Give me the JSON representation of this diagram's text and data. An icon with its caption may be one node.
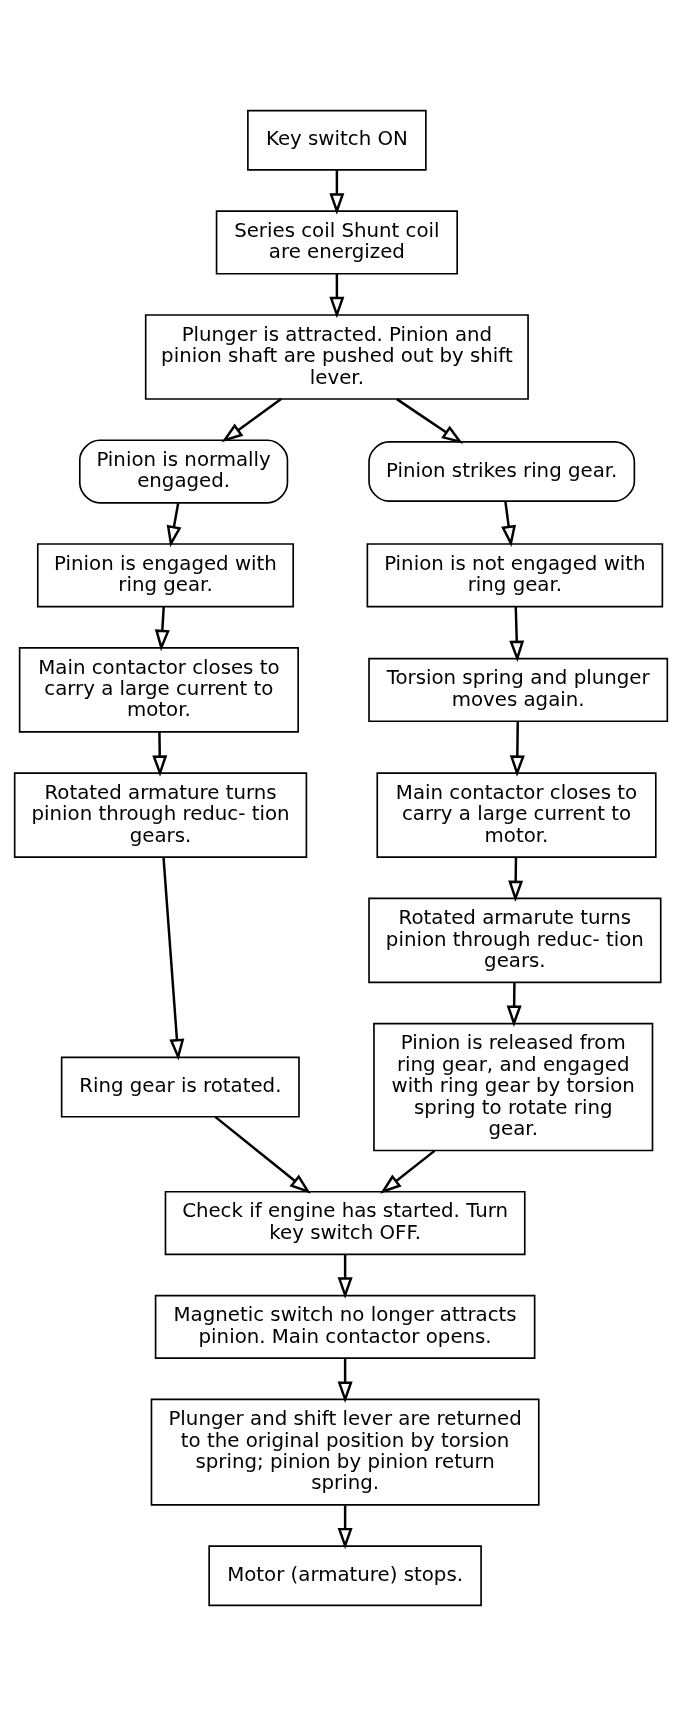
{
  "diagram": {
    "nodes": [
      {
        "text": [
          "Key switch ON"
        ]
      },
      {
        "text": [
          "Series coil Shunt coil",
          "are energized"
        ]
      },
      {
        "text": [
          "Plunger is attracted. Pinion and pinion shaft are pushed out by shift lever."
        ]
      },
      {
        "text": [
          "Pinion is normally engaged."
        ]
      },
      {
        "text": [
          "Pinion strikes ring gear."
        ]
      },
      {
        "text": [
          "Pinion is engaged with ring gear."
        ]
      },
      {
        "text": [
          "Pinion is not engaged with ring gear."
        ]
      },
      {
        "text": [
          "Torsion spring and plunger moves again."
        ]
      },
      {
        "text": [
          "Main contactor closes to carry a large current to motor."
        ]
      },
      {
        "text": [
          "Main contactor closes to carry a large current to motor."
        ]
      },
      {
        "text": [
          "Rotated armature turns pinion through reduc- tion gears."
        ]
      },
      {
        "text": [
          "Rotated armarute turns pinion through reduc- tion gears."
        ]
      },
      {
        "text": [
          "Ring gear is rotated."
        ]
      },
      {
        "text": [
          "Pinion is released from ring gear, and engaged with ring gear by torsion spring to rotate ring gear."
        ]
      },
      {
        "text": [
          "Check if engine has started. Turn key switch OFF."
        ]
      },
      {
        "text": [
          "Magnetic switch no longer attracts pinion. Main contactor opens."
        ]
      },
      {
        "text": [
          "Plunger and shift lever are returned to the original position by torsion spring; pinion by pinion return spring."
        ]
      },
      {
        "text": [
          "Motor (armature) stops."
        ]
      }
    ],
    "edges": [
      {
        "from": 0,
        "to": 1,
        "arrow": "to"
      },
      {
        "from": 1,
        "to": 2,
        "arrow": "to"
      },
      {
        "from": 2,
        "to": 3,
        "arrow": "to"
      },
      {
        "from": 2,
        "to": 4,
        "arrow": "to"
      },
      {
        "from": 3,
        "to": 5,
        "arrow": "to"
      },
      {
        "from": 4,
        "to": 6,
        "arrow": "to"
      },
      {
        "from": 6,
        "to": 7,
        "arrow": "to"
      },
      {
        "from": 5,
        "to": 8,
        "arrow": "to"
      },
      {
        "from": 7,
        "to": 9,
        "arrow": "to"
      },
      {
        "from": 8,
        "to": 10,
        "arrow": "to"
      },
      {
        "from": 9,
        "to": 11,
        "arrow": "to"
      },
      {
        "from": 10,
        "to": 12,
        "arrow": "to"
      },
      {
        "from": 11,
        "to": 13,
        "arrow": "to"
      },
      {
        "from": 12,
        "to": 14,
        "arrow": "to"
      },
      {
        "from": 13,
        "to": 14,
        "arrow": "to"
      },
      {
        "from": 14,
        "to": 15,
        "arrow": "to"
      },
      {
        "from": 15,
        "to": 16,
        "arrow": "to"
      },
      {
        "from": 16,
        "to": 17,
        "arrow": "to"
      }
    ]
  }
}
